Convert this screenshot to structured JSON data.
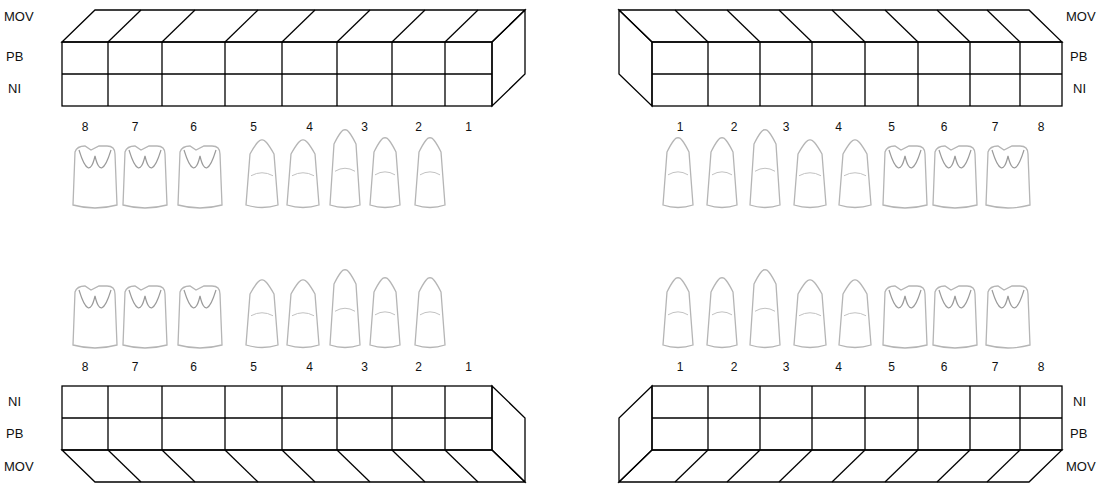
{
  "diagram": {
    "labels": [
      "MOV",
      "PB",
      "NI",
      "8",
      "7",
      "6",
      "5",
      "4",
      "3",
      "2",
      "1",
      "MOV",
      "PB",
      "NI",
      "1",
      "2",
      "3",
      "4",
      "5",
      "6",
      "7",
      "8",
      "8",
      "7",
      "6",
      "5",
      "4",
      "3",
      "2",
      "1",
      "NI",
      "PB",
      "MOV",
      "1",
      "2",
      "3",
      "4",
      "5",
      "6",
      "7",
      "8",
      "NI",
      "PB",
      "MOV"
    ]
  }
}
